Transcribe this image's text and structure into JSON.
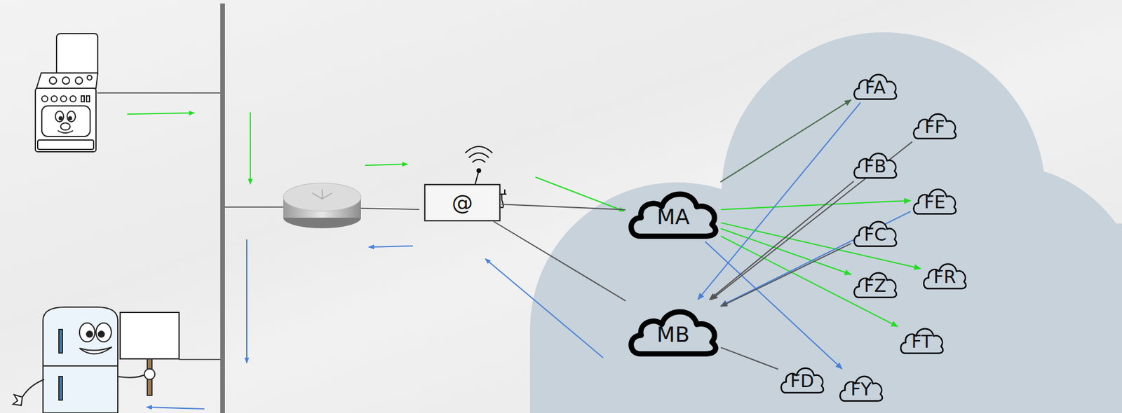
{
  "diagram": {
    "nodes": [
      {
        "text": [
          "@"
        ]
      },
      {
        "text": [
          "MA"
        ]
      },
      {
        "text": [
          "MB"
        ]
      },
      {
        "text": [
          "FA"
        ]
      },
      {
        "text": [
          "FF"
        ]
      },
      {
        "text": [
          "FB"
        ]
      },
      {
        "text": [
          "FE"
        ]
      },
      {
        "text": [
          "FC"
        ]
      },
      {
        "text": [
          "FR"
        ]
      },
      {
        "text": [
          "FZ"
        ]
      },
      {
        "text": [
          "FT"
        ]
      },
      {
        "text": [
          "FD"
        ]
      },
      {
        "text": [
          "FY"
        ]
      }
    ],
    "edges": [
      {
        "from": 0,
        "to": 1,
        "arrow": "none"
      },
      {
        "from": 0,
        "to": 2,
        "arrow": "none"
      },
      {
        "from": 1,
        "to": 3,
        "arrow": "to"
      },
      {
        "from": 1,
        "to": 6,
        "arrow": "to"
      },
      {
        "from": 1,
        "to": 8,
        "arrow": "to"
      },
      {
        "from": 1,
        "to": 9,
        "arrow": "to"
      },
      {
        "from": 1,
        "to": 10,
        "arrow": "to"
      },
      {
        "from": 1,
        "to": 12,
        "arrow": "to"
      },
      {
        "from": 3,
        "to": 2,
        "arrow": "to"
      },
      {
        "from": 6,
        "to": 2,
        "arrow": "to"
      },
      {
        "from": 4,
        "to": 2,
        "arrow": "to"
      },
      {
        "from": 5,
        "to": 2,
        "arrow": "to"
      },
      {
        "from": 7,
        "to": 2,
        "arrow": "to"
      },
      {
        "from": 11,
        "to": 2,
        "arrow": "none"
      }
    ]
  }
}
